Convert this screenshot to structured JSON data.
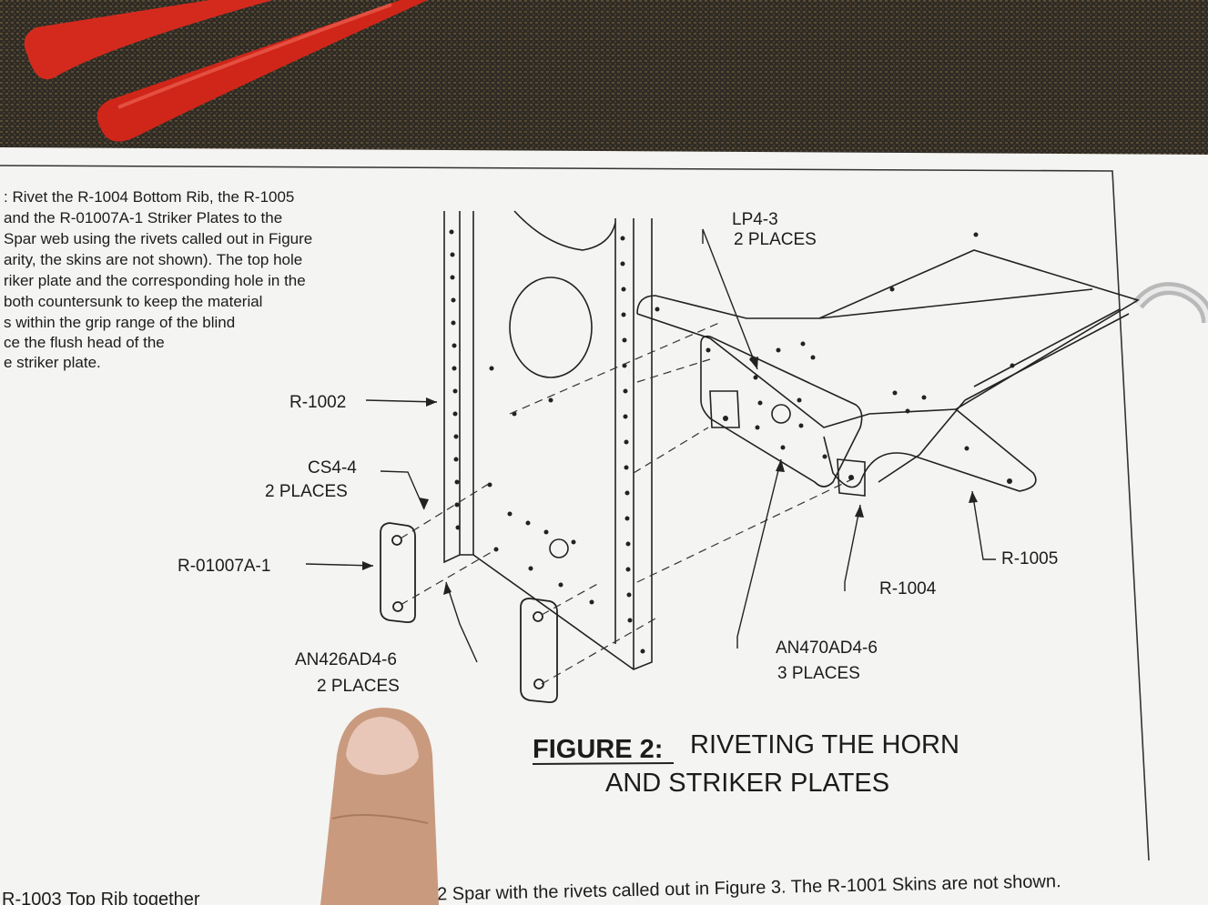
{
  "paragraph": {
    "lines": [
      ":  Rivet the R-1004 Bottom Rib, the R-1005",
      "and the R-01007A-1 Striker Plates to the",
      " Spar web using the rivets called out in Figure",
      "arity, the skins are not shown).  The top hole",
      "riker plate and the corresponding hole in the",
      " both countersunk to keep the material",
      "s within the grip range of the blind",
      "ce the flush head of the",
      "e striker plate."
    ]
  },
  "callouts": {
    "r1002": "R-1002",
    "cs44": "CS4-4",
    "cs44_qty": "2 PLACES",
    "r01007a1": "R-01007A-1",
    "an426": "AN426AD4-6",
    "an426_qty": "2 PLACES",
    "lp43": "LP4-3",
    "lp43_qty": "2 PLACES",
    "an470": "AN470AD4-6",
    "an470_qty": "3 PLACES",
    "r1004": "R-1004",
    "r1005": "R-1005"
  },
  "figure": {
    "number": "FIGURE 2:",
    "title_line1": "RIVETING THE HORN",
    "title_line2": "AND STRIKER PLATES"
  },
  "footer": {
    "left_fragment": "R-1003 Top Rib together",
    "right_fragment": "002 Spar with the rivets called out in Figure 3.  The R-1001 Skins are not shown."
  },
  "colors": {
    "paper": "#f4f4f2",
    "ink": "#1c1c1c",
    "plier_handle": "#d42a1e",
    "carpet": "#2e2a24",
    "skin": "#c99a7e"
  }
}
